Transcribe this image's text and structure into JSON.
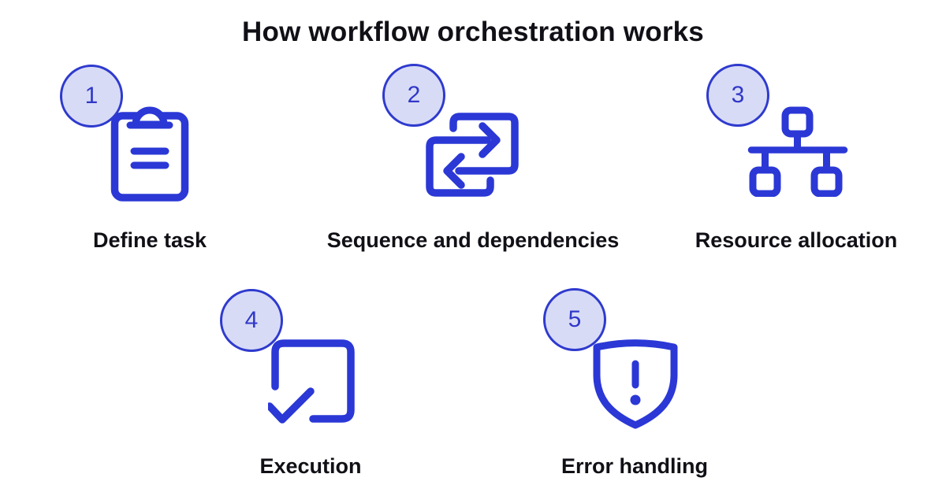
{
  "title": "How workflow orchestration works",
  "colors": {
    "accent_blue": "#2B38D6",
    "badge_fill": "#D8DBF6",
    "badge_border": "#2E3ACE",
    "badge_number": "#3038C8",
    "text": "#101016",
    "background": "#FFFFFF"
  },
  "steps": [
    {
      "number": "1",
      "label": "Define task",
      "icon": "clipboard-icon"
    },
    {
      "number": "2",
      "label": "Sequence and dependencies",
      "icon": "repeat-arrows-icon"
    },
    {
      "number": "3",
      "label": "Resource allocation",
      "icon": "network-hierarchy-icon"
    },
    {
      "number": "4",
      "label": "Execution",
      "icon": "checkbox-check-icon"
    },
    {
      "number": "5",
      "label": "Error handling",
      "icon": "shield-alert-icon"
    }
  ]
}
